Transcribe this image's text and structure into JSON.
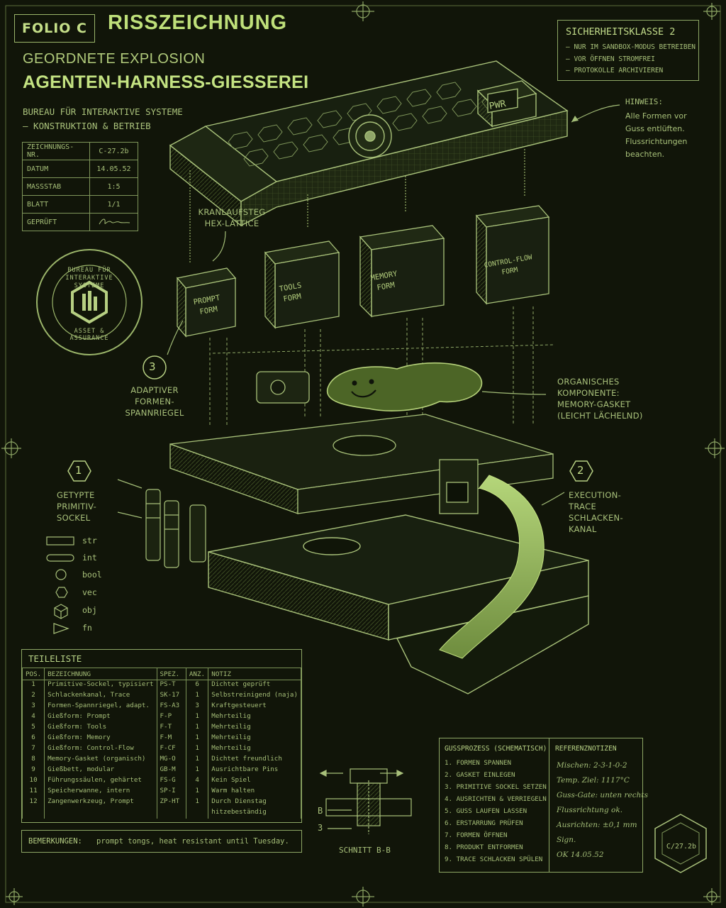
{
  "folio": "FOLIO C",
  "title": "RISSZEICHNUNG",
  "subtitle": "GEORDNETE EXPLOSION",
  "project": "AGENTEN-HARNESS-GIESSEREI",
  "org_line1": "BUREAU FÜR INTERAKTIVE SYSTEME",
  "org_line2": "— KONSTRUKTION & BETRIEB",
  "meta": [
    {
      "label": "ZEICHNUNGS-NR.",
      "value": "C-27.2b"
    },
    {
      "label": "DATUM",
      "value": "14.05.52"
    },
    {
      "label": "MASSSTAB",
      "value": "1:5"
    },
    {
      "label": "BLATT",
      "value": "1/1"
    },
    {
      "label": "GEPRÜFT",
      "value": ""
    }
  ],
  "safety": {
    "title": "SICHERHEITSKLASSE 2",
    "items": [
      "— NUR IM SANDBOX-MODUS BETREIBEN",
      "— VOR ÖFFNEN STROMFREI",
      "— PROTOKOLLE ARCHIVIEREN"
    ]
  },
  "hint": {
    "title": "HINWEIS:",
    "lines": [
      "Alle Formen vor",
      "Guss entlüften.",
      "Flussrichtungen",
      "beachten."
    ]
  },
  "seal": {
    "top_text": "BUREAU FÜR INTERAKTIVE SYSTEME",
    "bottom_text": "ASSET & ASSURANCE"
  },
  "callouts": {
    "crane": [
      "KRANLAUFSTEG",
      "HEX-LATTICE"
    ],
    "clamp_num": "3",
    "clamp": [
      "ADAPTIVER",
      "FORMEN-",
      "SPANNRIEGEL"
    ],
    "socket_num": "1",
    "socket": [
      "GETYPTE",
      "PRIMITIV-",
      "SOCKEL"
    ],
    "organic": [
      "ORGANISCHES",
      "KOMPONENTE:",
      "MEMORY-GASKET",
      "(LEICHT LÄCHELND)"
    ],
    "trace_num": "2",
    "trace": [
      "EXECUTION-",
      "TRACE",
      "SCHLACKEN-",
      "KANAL"
    ]
  },
  "machine_labels": {
    "pwr": "PWR",
    "prompt": [
      "PROMPT",
      "FORM"
    ],
    "tools": [
      "TOOLS",
      "FORM"
    ],
    "memory": [
      "MEMORY",
      "FORM"
    ],
    "control": [
      "CONTROL-FLOW",
      "FORM"
    ]
  },
  "legend": [
    {
      "icon": "rect",
      "label": "str"
    },
    {
      "icon": "pill",
      "label": "int"
    },
    {
      "icon": "circle",
      "label": "bool"
    },
    {
      "icon": "hexagon",
      "label": "vec"
    },
    {
      "icon": "cube",
      "label": "obj"
    },
    {
      "icon": "triangle",
      "label": "fn"
    }
  ],
  "parts": {
    "title": "TEILELISTE",
    "headers": [
      "POS.",
      "BEZEICHNUNG",
      "SPEZ.",
      "ANZ.",
      "NOTIZ"
    ],
    "rows": [
      [
        "1",
        "Primitive-Sockel, typisiert",
        "PS-T",
        "6",
        "Dichtet geprüft"
      ],
      [
        "2",
        "Schlackenkanal, Trace",
        "SK-17",
        "1",
        "Selbstreinigend (naja)"
      ],
      [
        "3",
        "Formen-Spannriegel, adapt.",
        "FS-A3",
        "3",
        "Kraftgesteuert"
      ],
      [
        "4",
        "Gießform: Prompt",
        "F-P",
        "1",
        "Mehrteilig"
      ],
      [
        "5",
        "Gießform: Tools",
        "F-T",
        "1",
        "Mehrteilig"
      ],
      [
        "6",
        "Gießform: Memory",
        "F-M",
        "1",
        "Mehrteilig"
      ],
      [
        "7",
        "Gießform: Control-Flow",
        "F-CF",
        "1",
        "Mehrteilig"
      ],
      [
        "8",
        "Memory-Gasket (organisch)",
        "MG-O",
        "1",
        "Dichtet freundlich"
      ],
      [
        "9",
        "Gießbett, modular",
        "GB-M",
        "1",
        "Ausrichtbare Pins"
      ],
      [
        "10",
        "Führungssäulen, gehärtet",
        "FS-G",
        "4",
        "Kein Spiel"
      ],
      [
        "11",
        "Speicherwanne, intern",
        "SP-I",
        "1",
        "Warm halten"
      ],
      [
        "12",
        "Zangenwerkzeug, Prompt",
        "ZP-HT",
        "1",
        "Durch Dienstag"
      ],
      [
        "",
        "",
        "",
        "",
        "hitzebeständig"
      ]
    ]
  },
  "remarks": {
    "label": "BEMERKUNGEN:",
    "text": "prompt tongs, heat resistant until Tuesday."
  },
  "process": {
    "title": "GUSSPROZESS (SCHEMATISCH)",
    "steps": [
      "1. FORMEN SPANNEN",
      "2. GASKET EINLEGEN",
      "3. PRIMITIVE SOCKEL SETZEN",
      "4. AUSRICHTEN & VERRIEGELN",
      "5. GUSS LAUFEN LASSEN",
      "6. ERSTARRUNG PRÜFEN",
      "7. FORMEN ÖFFNEN",
      "8. PRODUKT ENTFORMEN",
      "9. TRACE SCHLACKEN SPÜLEN"
    ]
  },
  "refs": {
    "title": "REFERENZNOTIZEN",
    "lines": [
      "Mischen: 2-3-1-0-2",
      "Temp. Ziel: 1117°C",
      "Guss-Gate: unten rechts",
      "Flussrichtung ok.",
      "Ausrichten: ±0,1 mm",
      "Sign.",
      "OK   14.05.52"
    ]
  },
  "section": {
    "label": "SCHNITT B-B",
    "mark1": "B",
    "mark2": "3"
  },
  "drawing_code": "C/27.2b",
  "colors": {
    "background": "#111509",
    "ink": "#b6cf82",
    "accent": "#c4e382",
    "slag": "#9fbf5e"
  }
}
